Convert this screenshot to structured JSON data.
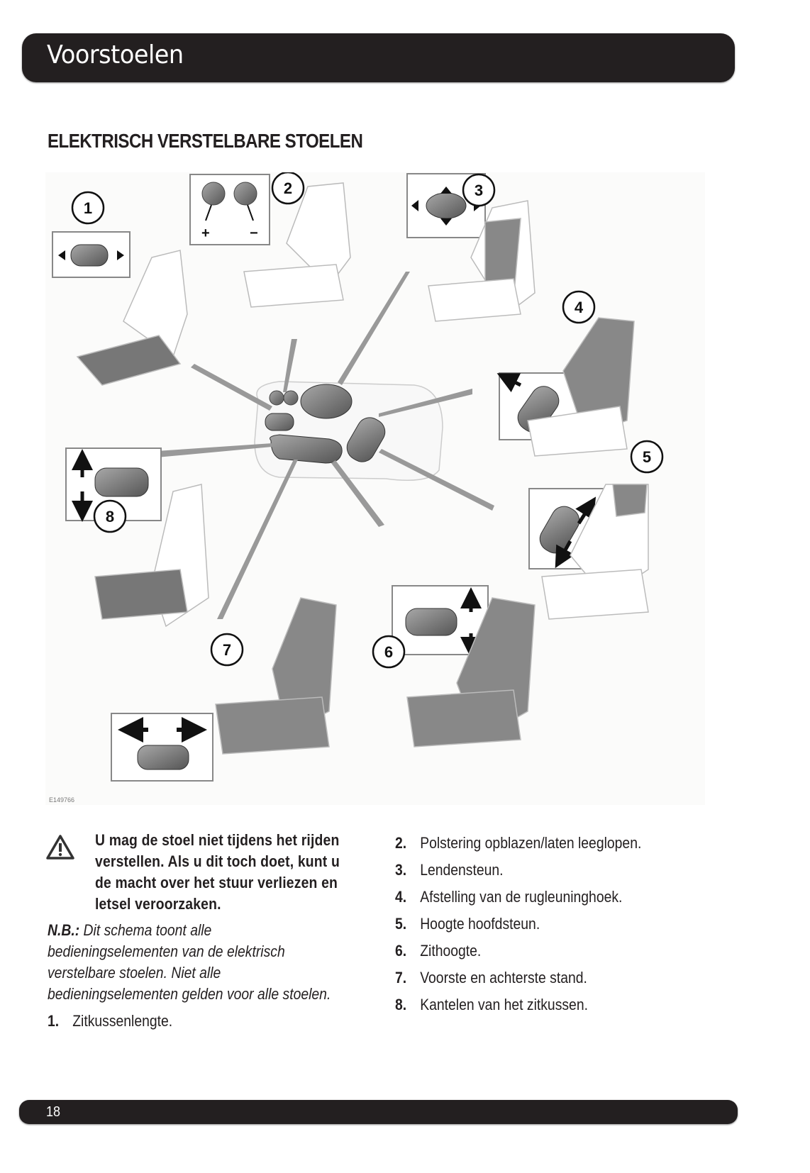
{
  "header": {
    "title": "Voorstoelen"
  },
  "section": {
    "heading": "ELEKTRISCH VERSTELBARE STOELEN"
  },
  "figure": {
    "code": "E149766",
    "callouts": [
      "1",
      "2",
      "3",
      "4",
      "5",
      "6",
      "7",
      "8"
    ],
    "switch_labels": {
      "plus": "+",
      "minus": "−"
    }
  },
  "warning": {
    "icon": "warning-triangle-icon",
    "lines": [
      "U mag de stoel niet tijdens het rijden",
      "verstellen. Als u dit toch doet, kunt u",
      "de macht over het stuur verliezen en",
      "letsel veroorzaken."
    ]
  },
  "note": {
    "label": "N.B.:",
    "lines": [
      " Dit schema toont alle",
      "bedieningselementen van de elektrisch",
      "verstelbare stoelen. Niet alle",
      "bedieningselementen gelden voor alle stoelen."
    ]
  },
  "items": [
    {
      "num": "1.",
      "text": "Zitkussenlengte."
    },
    {
      "num": "2.",
      "text": "Polstering opblazen/laten leeglopen."
    },
    {
      "num": "3.",
      "text": "Lendensteun."
    },
    {
      "num": "4.",
      "text": "Afstelling van de rugleuninghoek."
    },
    {
      "num": "5.",
      "text": "Hoogte hoofdsteun."
    },
    {
      "num": "6.",
      "text": "Zithoogte."
    },
    {
      "num": "7.",
      "text": "Voorste en achterste stand."
    },
    {
      "num": "8.",
      "text": "Kantelen van het zitkussen."
    }
  ],
  "footer": {
    "page_number": "18"
  }
}
